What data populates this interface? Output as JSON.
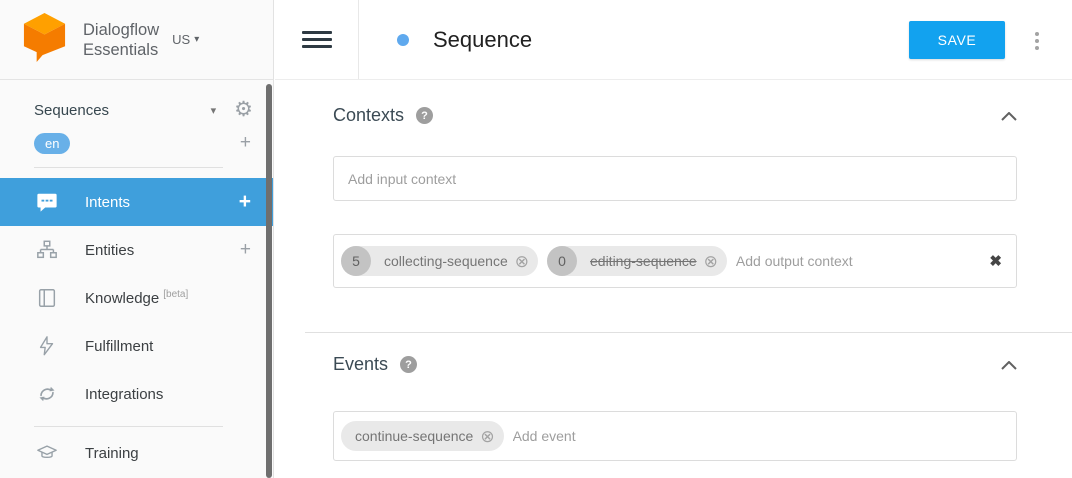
{
  "sidebar": {
    "brand": {
      "line1": "Dialogflow",
      "line2": "Essentials",
      "region": "US"
    },
    "agent": {
      "name": "Sequences",
      "language": "en"
    },
    "items": [
      {
        "label": "Intents",
        "icon": "chat-bubble-icon",
        "active": true,
        "add_label": "+"
      },
      {
        "label": "Entities",
        "icon": "entities-icon",
        "active": false,
        "add_label": "+"
      },
      {
        "label": "Knowledge",
        "badge": "[beta]",
        "icon": "book-icon",
        "active": false
      },
      {
        "label": "Fulfillment",
        "icon": "bolt-icon",
        "active": false
      },
      {
        "label": "Integrations",
        "icon": "sync-icon",
        "active": false
      },
      {
        "label": "Training",
        "icon": "graduation-cap-icon",
        "active": false
      }
    ]
  },
  "header": {
    "title": "Sequence",
    "save_label": "SAVE"
  },
  "sections": {
    "contexts": {
      "heading": "Contexts",
      "input_placeholder": "Add input context",
      "output_placeholder": "Add output context",
      "output_chips": [
        {
          "lifespan": "5",
          "name": "collecting-sequence",
          "strikethrough": false
        },
        {
          "lifespan": "0",
          "name": "editing-sequence",
          "strikethrough": true
        }
      ]
    },
    "events": {
      "heading": "Events",
      "placeholder": "Add event",
      "chips": [
        {
          "name": "continue-sequence"
        }
      ]
    }
  },
  "icons": {
    "gear": "⚙",
    "dropdown_caret": "▾",
    "add": "+",
    "help": "?",
    "chip_remove": "⊗",
    "clear": "✖"
  },
  "colors": {
    "active_nav_blue": "#3f9fdc",
    "save_button_blue": "#12a2ef",
    "language_chip_blue": "#68b0e8",
    "title_dot_blue": "#5fa9ee",
    "logo_orange_top": "#ffa000",
    "logo_orange_body": "#f57c00",
    "chip_gray": "#e9e9e9",
    "lifespan_badge_gray": "#c3c3c3"
  }
}
